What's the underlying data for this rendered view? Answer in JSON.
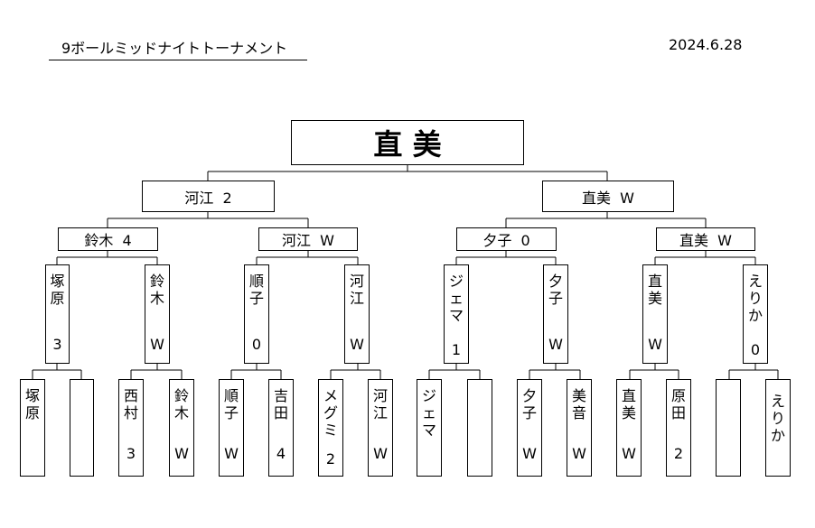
{
  "title": "9ボールミッドナイトトーナメント",
  "date": "2024.6.28",
  "champion": "直 美",
  "semifinal": {
    "left": "河江  2",
    "right": "直美  W"
  },
  "quarterfinal": {
    "q1": "鈴木  4",
    "q2": "河江  W",
    "q3": "夕子  0",
    "q4": "直美  W"
  },
  "round2": [
    {
      "name": "塚\n原",
      "score": "3"
    },
    {
      "name": "鈴\n木",
      "score": "W"
    },
    {
      "name": "順\n子",
      "score": "0"
    },
    {
      "name": "河\n江",
      "score": "W"
    },
    {
      "name": "ジ\nェ\nマ",
      "score": "1"
    },
    {
      "name": "夕\n子",
      "score": "W"
    },
    {
      "name": "直\n美",
      "score": "W"
    },
    {
      "name": "え\nり\nか",
      "score": "0"
    }
  ],
  "round1": [
    {
      "name": "塚\n原",
      "score": ""
    },
    {
      "name": "",
      "score": ""
    },
    {
      "name": "西\n村",
      "score": "3"
    },
    {
      "name": "鈴\n木",
      "score": "W"
    },
    {
      "name": "順\n子",
      "score": "W"
    },
    {
      "name": "吉\n田",
      "score": "4"
    },
    {
      "name": "メ\nグ\nミ",
      "score": "2"
    },
    {
      "name": "河\n江",
      "score": "W"
    },
    {
      "name": "ジ\nェ\nマ",
      "score": ""
    },
    {
      "name": "",
      "score": ""
    },
    {
      "name": "夕\n子",
      "score": "W"
    },
    {
      "name": "美\n音",
      "score": "W"
    },
    {
      "name": "直\n美",
      "score": "W"
    },
    {
      "name": "原\n田",
      "score": "2"
    },
    {
      "name": "",
      "score": ""
    },
    {
      "name": "え\nり\nか",
      "score": ""
    }
  ]
}
